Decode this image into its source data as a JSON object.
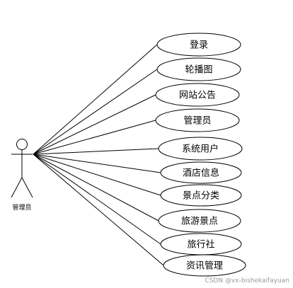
{
  "actor": {
    "label": "管理员"
  },
  "use_cases": [
    {
      "label": "登录"
    },
    {
      "label": "轮播图"
    },
    {
      "label": "网站公告"
    },
    {
      "label": "管理员"
    },
    {
      "label": "系统用户"
    },
    {
      "label": "酒店信息"
    },
    {
      "label": "景点分类"
    },
    {
      "label": "旅游景点"
    },
    {
      "label": "旅行社"
    },
    {
      "label": "资讯管理"
    }
  ],
  "watermark": "CSDN @vx-bishekaifayuan"
}
